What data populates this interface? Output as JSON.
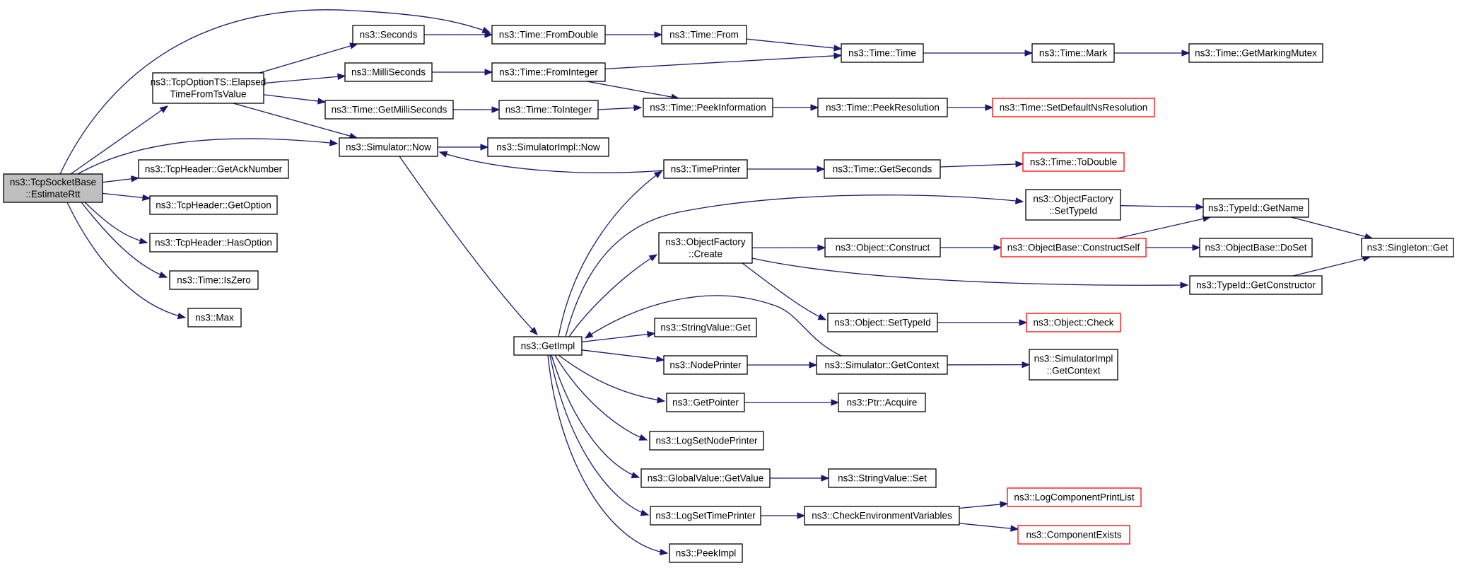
{
  "graph": {
    "nodes": [
      {
        "id": "root",
        "lines": [
          "ns3::TcpSocketBase",
          "::EstimateRtt"
        ],
        "style": "root"
      },
      {
        "id": "elapsed",
        "lines": [
          "ns3::TcpOptionTS::Elapsed",
          "TimeFromTsValue"
        ]
      },
      {
        "id": "getack",
        "lines": [
          "ns3::TcpHeader::GetAckNumber"
        ]
      },
      {
        "id": "getoption",
        "lines": [
          "ns3::TcpHeader::GetOption"
        ]
      },
      {
        "id": "hasoption",
        "lines": [
          "ns3::TcpHeader::HasOption"
        ]
      },
      {
        "id": "iszero",
        "lines": [
          "ns3::Time::IsZero"
        ]
      },
      {
        "id": "max",
        "lines": [
          "ns3::Max"
        ]
      },
      {
        "id": "seconds",
        "lines": [
          "ns3::Seconds"
        ]
      },
      {
        "id": "milli",
        "lines": [
          "ns3::MilliSeconds"
        ]
      },
      {
        "id": "getmilli",
        "lines": [
          "ns3::Time::GetMilliSeconds"
        ]
      },
      {
        "id": "simnow",
        "lines": [
          "ns3::Simulator::Now"
        ]
      },
      {
        "id": "fromdouble",
        "lines": [
          "ns3::Time::FromDouble"
        ]
      },
      {
        "id": "fromint",
        "lines": [
          "ns3::Time::FromInteger"
        ]
      },
      {
        "id": "toint",
        "lines": [
          "ns3::Time::ToInteger"
        ]
      },
      {
        "id": "simimplnow",
        "lines": [
          "ns3::SimulatorImpl::Now"
        ]
      },
      {
        "id": "getimpl",
        "lines": [
          "ns3::GetImpl"
        ]
      },
      {
        "id": "from",
        "lines": [
          "ns3::Time::From"
        ]
      },
      {
        "id": "peekinfo",
        "lines": [
          "ns3::Time::PeekInformation"
        ]
      },
      {
        "id": "timeprinter",
        "lines": [
          "ns3::TimePrinter"
        ]
      },
      {
        "id": "ofcreate",
        "lines": [
          "ns3::ObjectFactory",
          "::Create"
        ]
      },
      {
        "id": "strget",
        "lines": [
          "ns3::StringValue::Get"
        ]
      },
      {
        "id": "nodeprinter",
        "lines": [
          "ns3::NodePrinter"
        ]
      },
      {
        "id": "getpointer",
        "lines": [
          "ns3::GetPointer"
        ]
      },
      {
        "id": "logsetnode",
        "lines": [
          "ns3::LogSetNodePrinter"
        ]
      },
      {
        "id": "gvgetvalue",
        "lines": [
          "ns3::GlobalValue::GetValue"
        ]
      },
      {
        "id": "logsettime",
        "lines": [
          "ns3::LogSetTimePrinter"
        ]
      },
      {
        "id": "peekimpl",
        "lines": [
          "ns3::PeekImpl"
        ]
      },
      {
        "id": "time",
        "lines": [
          "ns3::Time::Time"
        ]
      },
      {
        "id": "peekres",
        "lines": [
          "ns3::Time::PeekResolution"
        ]
      },
      {
        "id": "getseconds",
        "lines": [
          "ns3::Time::GetSeconds"
        ]
      },
      {
        "id": "objconstruct",
        "lines": [
          "ns3::Object::Construct"
        ]
      },
      {
        "id": "objsettypeid",
        "lines": [
          "ns3::Object::SetTypeId"
        ]
      },
      {
        "id": "simgetctx",
        "lines": [
          "ns3::Simulator::GetContext"
        ]
      },
      {
        "id": "ptracquire",
        "lines": [
          "ns3::Ptr::Acquire"
        ]
      },
      {
        "id": "strset",
        "lines": [
          "ns3::StringValue::Set"
        ]
      },
      {
        "id": "checkenv",
        "lines": [
          "ns3::CheckEnvironmentVariables"
        ]
      },
      {
        "id": "mark",
        "lines": [
          "ns3::Time::Mark"
        ]
      },
      {
        "id": "setdefres",
        "lines": [
          "ns3::Time::SetDefaultNsResolution"
        ],
        "style": "red"
      },
      {
        "id": "todouble",
        "lines": [
          "ns3::Time::ToDouble"
        ],
        "style": "red"
      },
      {
        "id": "ofsettypeid",
        "lines": [
          "ns3::ObjectFactory",
          "::SetTypeId"
        ]
      },
      {
        "id": "obconstructself",
        "lines": [
          "ns3::ObjectBase::ConstructSelf"
        ],
        "style": "red"
      },
      {
        "id": "objcheck",
        "lines": [
          "ns3::Object::Check"
        ],
        "style": "red"
      },
      {
        "id": "simimplgetctx",
        "lines": [
          "ns3::SimulatorImpl",
          "::GetContext"
        ]
      },
      {
        "id": "logcompprint",
        "lines": [
          "ns3::LogComponentPrintList"
        ],
        "style": "red"
      },
      {
        "id": "compexists",
        "lines": [
          "ns3::ComponentExists"
        ],
        "style": "red"
      },
      {
        "id": "getmarkingmutex",
        "lines": [
          "ns3::Time::GetMarkingMutex"
        ]
      },
      {
        "id": "typeidgetname",
        "lines": [
          "ns3::TypeId::GetName"
        ]
      },
      {
        "id": "obdoset",
        "lines": [
          "ns3::ObjectBase::DoSet"
        ]
      },
      {
        "id": "typeidgetctor",
        "lines": [
          "ns3::TypeId::GetConstructor"
        ]
      },
      {
        "id": "singletonget",
        "lines": [
          "ns3::Singleton::Get"
        ]
      }
    ],
    "edges": [
      [
        "root",
        "elapsed"
      ],
      [
        "root",
        "getack"
      ],
      [
        "root",
        "getoption"
      ],
      [
        "root",
        "hasoption"
      ],
      [
        "root",
        "iszero"
      ],
      [
        "root",
        "max"
      ],
      [
        "root",
        "fromdouble"
      ],
      [
        "root",
        "simnow"
      ],
      [
        "elapsed",
        "seconds"
      ],
      [
        "elapsed",
        "milli"
      ],
      [
        "elapsed",
        "getmilli"
      ],
      [
        "elapsed",
        "simnow"
      ],
      [
        "seconds",
        "fromdouble"
      ],
      [
        "milli",
        "fromint"
      ],
      [
        "getmilli",
        "toint"
      ],
      [
        "simnow",
        "simimplnow"
      ],
      [
        "simnow",
        "getimpl"
      ],
      [
        "fromdouble",
        "from"
      ],
      [
        "fromint",
        "time"
      ],
      [
        "fromint",
        "peekinfo"
      ],
      [
        "toint",
        "peekinfo"
      ],
      [
        "from",
        "time"
      ],
      [
        "time",
        "mark"
      ],
      [
        "mark",
        "getmarkingmutex"
      ],
      [
        "peekinfo",
        "peekres"
      ],
      [
        "peekres",
        "setdefres"
      ],
      [
        "timeprinter",
        "simnow"
      ],
      [
        "timeprinter",
        "getseconds"
      ],
      [
        "getseconds",
        "todouble"
      ],
      [
        "getimpl",
        "timeprinter"
      ],
      [
        "getimpl",
        "ofsettypeid"
      ],
      [
        "getimpl",
        "ofcreate"
      ],
      [
        "getimpl",
        "strget"
      ],
      [
        "getimpl",
        "nodeprinter"
      ],
      [
        "getimpl",
        "getpointer"
      ],
      [
        "getimpl",
        "logsetnode"
      ],
      [
        "getimpl",
        "gvgetvalue"
      ],
      [
        "getimpl",
        "logsettime"
      ],
      [
        "getimpl",
        "peekimpl"
      ],
      [
        "simgetctx",
        "getimpl"
      ],
      [
        "ofsettypeid",
        "typeidgetname"
      ],
      [
        "ofcreate",
        "objconstruct"
      ],
      [
        "ofcreate",
        "objsettypeid"
      ],
      [
        "ofcreate",
        "typeidgetctor"
      ],
      [
        "objconstruct",
        "obconstructself"
      ],
      [
        "obconstructself",
        "typeidgetname"
      ],
      [
        "obconstructself",
        "obdoset"
      ],
      [
        "typeidgetname",
        "singletonget"
      ],
      [
        "typeidgetctor",
        "singletonget"
      ],
      [
        "objsettypeid",
        "objcheck"
      ],
      [
        "nodeprinter",
        "simgetctx"
      ],
      [
        "simgetctx",
        "simimplgetctx"
      ],
      [
        "getpointer",
        "ptracquire"
      ],
      [
        "gvgetvalue",
        "strset"
      ],
      [
        "logsettime",
        "checkenv"
      ],
      [
        "checkenv",
        "logcompprint"
      ],
      [
        "checkenv",
        "compexists"
      ]
    ]
  }
}
